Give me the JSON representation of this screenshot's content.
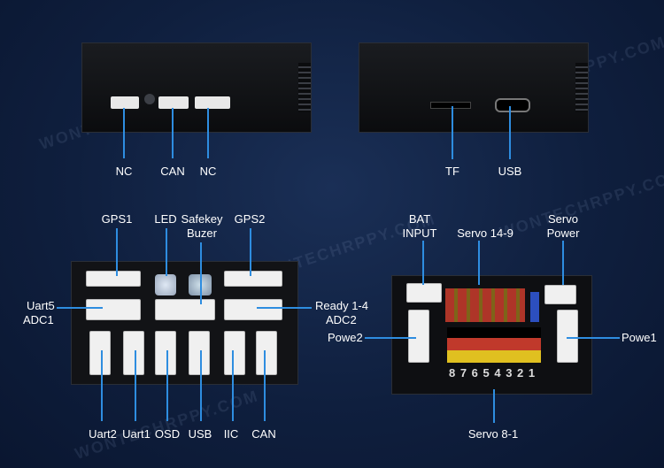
{
  "watermark": "WONTECHRPPY.COM",
  "top_left_labels": {
    "nc1": "NC",
    "can": "CAN",
    "nc2": "NC"
  },
  "top_right_labels": {
    "tf": "TF",
    "usb": "USB"
  },
  "bottom_left_labels": {
    "gps1": "GPS1",
    "led": "LED",
    "safekey_line1": "Safekey",
    "safekey_line2": "Buzer",
    "gps2": "GPS2",
    "uart5_line1": "Uart5",
    "uart5_line2": "ADC1",
    "ready_line1": "Ready 1-4",
    "ready_line2": "ADC2",
    "uart2": "Uart2",
    "uart1": "Uart1",
    "osd": "OSD",
    "usb": "USB",
    "iic": "IIC",
    "can": "CAN"
  },
  "bottom_right_labels": {
    "bat_line1": "BAT",
    "bat_line2": "INPUT",
    "servo_14_9": "Servo 14-9",
    "servo_line1": "Servo",
    "servo_line2": "Power",
    "powe2": "Powe2",
    "powe1": "Powe1",
    "servo_8_1": "Servo 8-1",
    "numbers": "8 7 6 5 4 3 2 1"
  },
  "colors": {
    "accent_line": "#2e8de0",
    "background": "#132546"
  }
}
